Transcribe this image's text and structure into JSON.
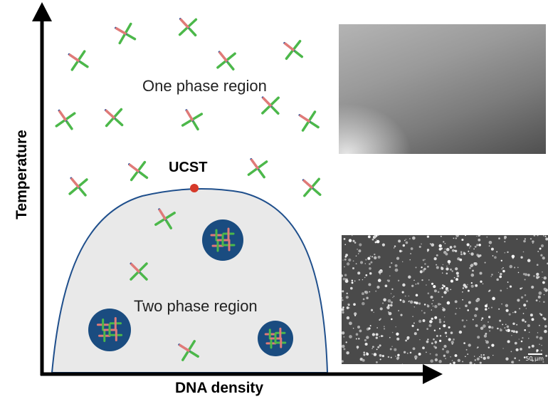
{
  "axes": {
    "x_label": "DNA density",
    "y_label": "Temperature"
  },
  "regions": {
    "one_phase": "One phase region",
    "two_phase": "Two phase region"
  },
  "critical_point": {
    "label": "UCST",
    "color": "#d63a2a"
  },
  "colors": {
    "axis": "#000000",
    "binodal_line": "#1f4f8c",
    "two_phase_fill": "#e9e9e9",
    "droplet_fill": "#1a4c80",
    "arm_red": "#e07a78",
    "arm_green": "#4cb84a",
    "arm_blue": "#2a4f9a",
    "label_red": "#d63a2a"
  },
  "micrographs": {
    "top": {
      "description_icon": "homogeneous-grayscale-image"
    },
    "bottom": {
      "scale_bar": "50 µm"
    }
  }
}
